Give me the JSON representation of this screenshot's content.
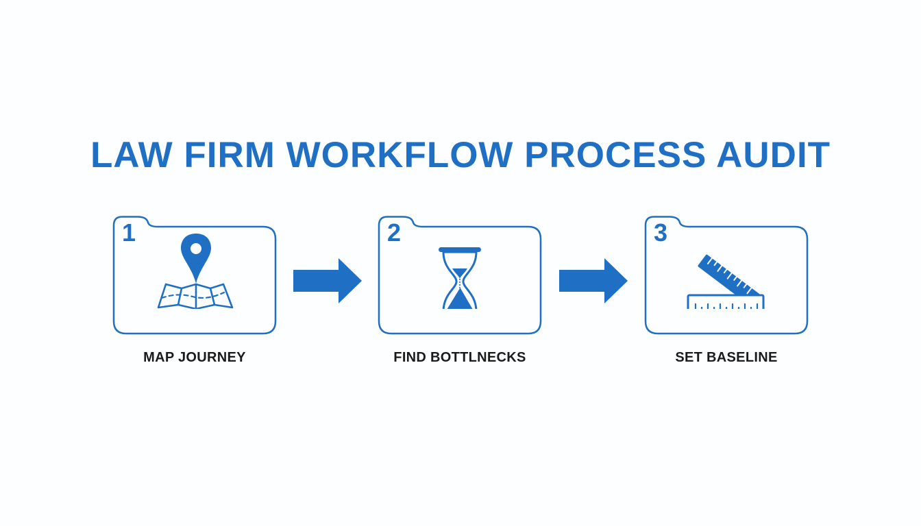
{
  "title": "LAW FIRM WORKFLOW PROCESS AUDIT",
  "colors": {
    "accent": "#1f6fc4",
    "label_text": "#1a1a1a",
    "background": "#fdfeff"
  },
  "steps": [
    {
      "number": "1",
      "label": "MAP JOURNEY",
      "icon": "map-pin-icon"
    },
    {
      "number": "2",
      "label": "FIND BOTTLNECKS",
      "icon": "hourglass-icon"
    },
    {
      "number": "3",
      "label": "SET BASELINE",
      "icon": "rulers-icon"
    }
  ],
  "connectors": [
    "arrow-right-icon",
    "arrow-right-icon"
  ]
}
